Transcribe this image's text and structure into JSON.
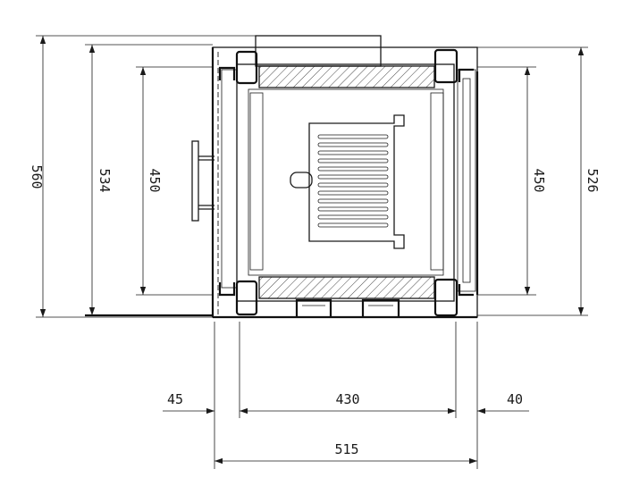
{
  "drawing": {
    "dimensions": {
      "height_outer": "560",
      "height_frame": "534",
      "height_opening_left": "450",
      "height_opening_right": "450",
      "height_right_overall": "526",
      "width_left_offset": "45",
      "width_inner": "430",
      "width_right_offset": "40",
      "width_overall": "515"
    },
    "colors": {
      "line": "#1a1a1a",
      "background": "#ffffff"
    }
  }
}
